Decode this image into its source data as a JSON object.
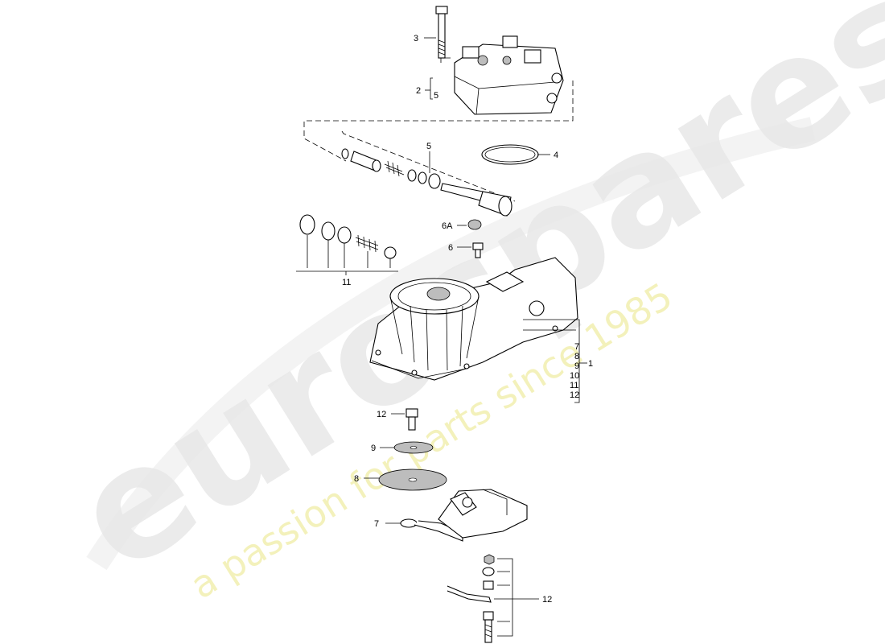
{
  "watermark": {
    "brand": "eurospares",
    "tagline": "a passion for parts since 1985",
    "brand_color": "#e6e6e6",
    "tagline_color": "#f0ecaa"
  },
  "callouts": {
    "c3": "3",
    "c2": "2",
    "c5_top": "5",
    "c5": "5",
    "c4": "4",
    "c6a": "6A",
    "c6": "6",
    "c11": "11",
    "c7_r": "7",
    "c8_r": "8",
    "c9_r": "9",
    "c10_r": "10",
    "c11_r": "11",
    "c12_r": "12",
    "c1": "1",
    "c12_bolt": "12",
    "c9": "9",
    "c8": "8",
    "c7": "7",
    "c12_bottom": "12"
  },
  "icons": {
    "screw": "screw-icon",
    "head": "regulator-head-icon",
    "body": "housing-body-icon",
    "plate": "air-plate-icon",
    "lever": "lever-arm-icon"
  }
}
